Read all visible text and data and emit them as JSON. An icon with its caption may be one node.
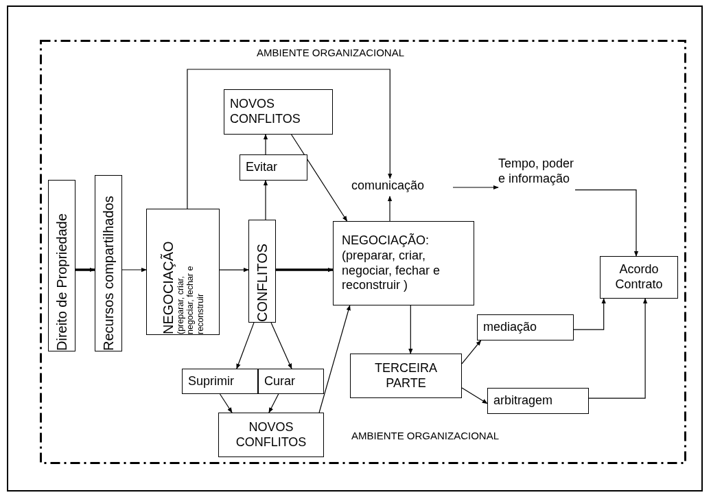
{
  "diagram": {
    "nodes": [
      {
        "text": [
          "AMBIENTE ORGANIZACIONAL",
          "AMBIENTE ORGANIZACIONAL"
        ]
      },
      {
        "text": [
          "Direito de Propriedade"
        ],
        "in": 0
      },
      {
        "text": [
          "Recursos compartilhados"
        ],
        "in": 0
      },
      {
        "text": [
          "NEGOCIAÇÃO",
          "(preparar, criar, negociar, fechar e reconstruir"
        ],
        "in": 0
      },
      {
        "text": [
          "NOVOS CONFLITOS"
        ],
        "in": 0
      },
      {
        "text": [
          "Evitar"
        ],
        "in": 0
      },
      {
        "text": [
          "comunicação"
        ],
        "in": 0
      },
      {
        "text": [
          "Tempo, poder e informação"
        ],
        "in": 0
      },
      {
        "text": [
          "CONFLITOS"
        ],
        "in": 0
      },
      {
        "text": [
          "NEGOCIAÇÃO:",
          "(preparar, criar, negociar, fechar e reconstruir )"
        ],
        "in": 0
      },
      {
        "text": [
          "Acordo Contrato"
        ],
        "in": 0
      },
      {
        "text": [
          "mediação"
        ],
        "in": 0
      },
      {
        "text": [
          "Suprimir"
        ],
        "in": 0
      },
      {
        "text": [
          "Curar"
        ],
        "in": 0
      },
      {
        "text": [
          "TERCEIRA PARTE"
        ],
        "in": 0
      },
      {
        "text": [
          "arbitragem"
        ],
        "in": 0
      },
      {
        "text": [
          "NOVOS CONFLITOS"
        ],
        "in": 0
      }
    ],
    "edges": [
      {
        "from": 1,
        "to": 2,
        "arrow": "to",
        "style": "thick"
      },
      {
        "from": 2,
        "to": 3,
        "arrow": "to"
      },
      {
        "from": 3,
        "to": 8,
        "arrow": "to"
      },
      {
        "from": 8,
        "to": 9,
        "arrow": "to",
        "style": "thick"
      },
      {
        "from": 8,
        "to": 5,
        "arrow": "to"
      },
      {
        "from": 5,
        "to": 4,
        "arrow": "to"
      },
      {
        "from": 4,
        "to": 9,
        "arrow": "to"
      },
      {
        "from": 3,
        "to": 6,
        "arrow": "to"
      },
      {
        "from": 9,
        "to": 6,
        "arrow": "to"
      },
      {
        "from": 6,
        "to": 7,
        "arrow": "to"
      },
      {
        "from": 7,
        "to": 10,
        "arrow": "to"
      },
      {
        "from": 8,
        "to": 12,
        "arrow": "to"
      },
      {
        "from": 8,
        "to": 13,
        "arrow": "to"
      },
      {
        "from": 12,
        "to": 16,
        "arrow": "to"
      },
      {
        "from": 13,
        "to": 16,
        "arrow": "to"
      },
      {
        "from": 16,
        "to": 9,
        "arrow": "to"
      },
      {
        "from": 9,
        "to": 14,
        "arrow": "to"
      },
      {
        "from": 14,
        "to": 11,
        "arrow": "to"
      },
      {
        "from": 14,
        "to": 15,
        "arrow": "to"
      },
      {
        "from": 11,
        "to": 10,
        "arrow": "to"
      },
      {
        "from": 15,
        "to": 10,
        "arrow": "to"
      }
    ]
  }
}
